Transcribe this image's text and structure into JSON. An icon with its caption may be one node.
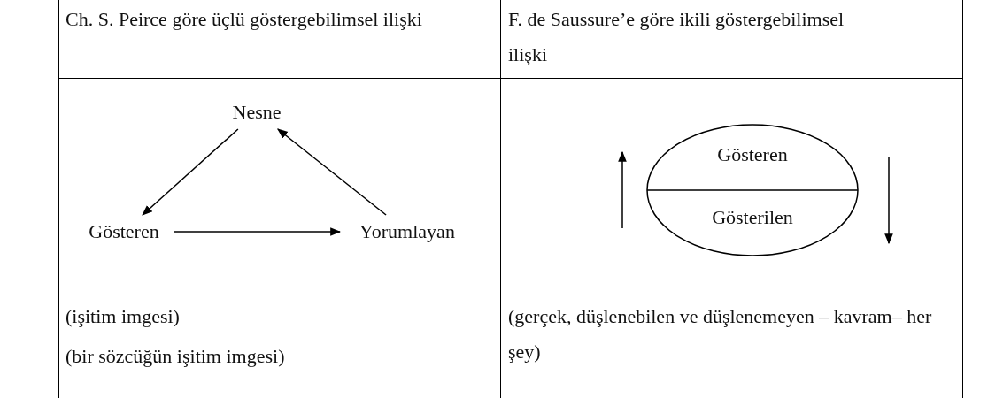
{
  "diagram": {
    "nodes": [
      {
        "text": [
          "Nesne"
        ]
      },
      {
        "text": [
          "Gösteren"
        ]
      },
      {
        "text": [
          "Yorumlayan"
        ]
      },
      {
        "text": [
          "Gösteren",
          "Gösterilen"
        ]
      }
    ],
    "edges": [
      {
        "from": 0,
        "to": 1,
        "arrow": "to"
      },
      {
        "from": 1,
        "to": 2,
        "arrow": "to"
      },
      {
        "from": 2,
        "to": 0,
        "arrow": "to"
      }
    ],
    "labels": [
      "Ch. S. Peirce göre üçlü göstergebilimsel ilişki",
      "F. de Saussure’e göre ikili göstergebilimsel ilişki",
      "(işitim imgesi)",
      "(bir sözcüğün işitim imgesi)",
      "(gerçek, düşlenebilen ve düşlenemeyen – kavram– her şey)"
    ]
  }
}
